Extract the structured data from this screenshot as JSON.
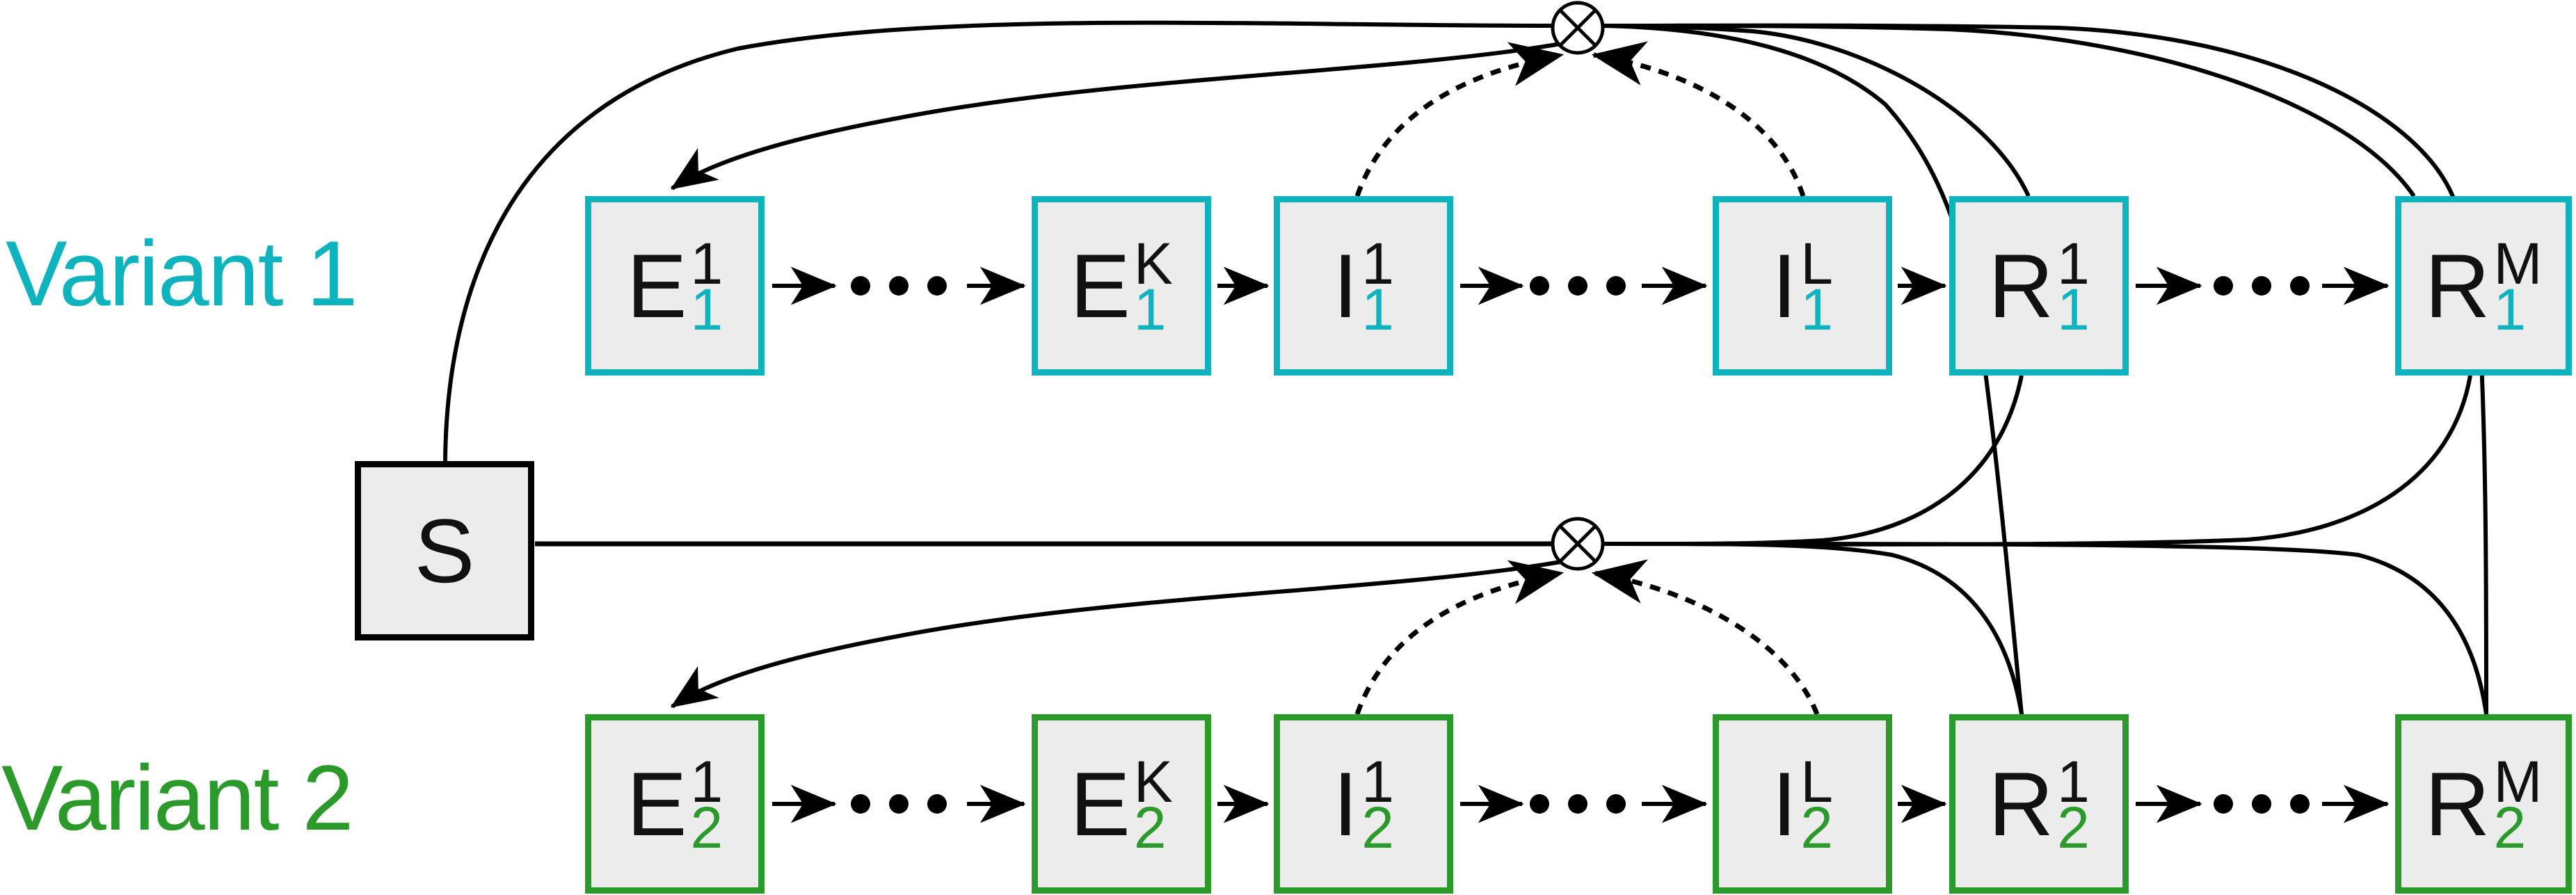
{
  "variant_labels": {
    "variant1": "Variant 1",
    "variant2": "Variant 2"
  },
  "colors": {
    "variant1": "#0fb3bd",
    "variant2": "#2b9a2b",
    "box_fill": "#ececec",
    "line": "#000000"
  },
  "s_compartment": {
    "label": "S"
  },
  "rows": [
    {
      "name": "variant-1",
      "boxes": [
        {
          "letter": "E",
          "sup": "1",
          "sub": "1"
        },
        {
          "letter": "E",
          "sup": "K",
          "sub": "1"
        },
        {
          "letter": "I",
          "sup": "1",
          "sub": "1"
        },
        {
          "letter": "I",
          "sup": "L",
          "sub": "1"
        },
        {
          "letter": "R",
          "sup": "1",
          "sub": "1"
        },
        {
          "letter": "R",
          "sup": "M",
          "sub": "1"
        }
      ]
    },
    {
      "name": "variant-2",
      "boxes": [
        {
          "letter": "E",
          "sup": "1",
          "sub": "2"
        },
        {
          "letter": "E",
          "sup": "K",
          "sub": "2"
        },
        {
          "letter": "I",
          "sup": "1",
          "sub": "2"
        },
        {
          "letter": "I",
          "sup": "L",
          "sub": "2"
        },
        {
          "letter": "R",
          "sup": "1",
          "sub": "2"
        },
        {
          "letter": "R",
          "sup": "M",
          "sub": "2"
        }
      ]
    }
  ],
  "icons": {
    "transmission_node": "circled-times-operator",
    "ellipsis": "three-dots"
  }
}
